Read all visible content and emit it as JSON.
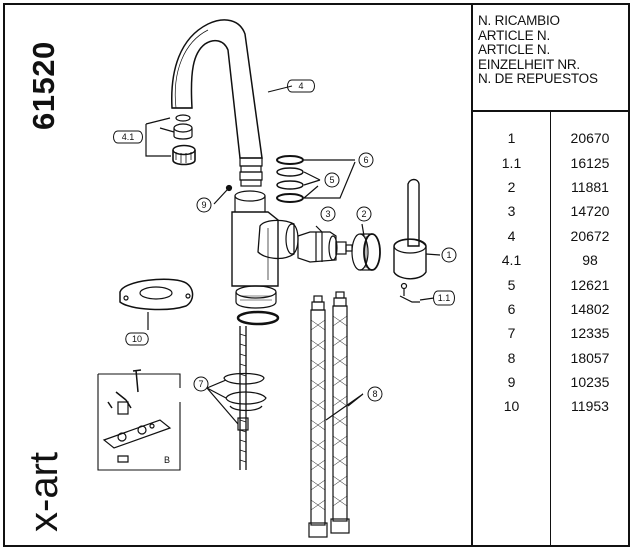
{
  "model_number": "61520",
  "brand": "x-art",
  "header": [
    "N. RICAMBIO",
    "ARTICLE N.",
    "ARTICLE N.",
    "EINZELHEIT NR.",
    "N. DE REPUESTOS"
  ],
  "parts": [
    {
      "pos": "1",
      "code": "20670"
    },
    {
      "pos": "1.1",
      "code": "16125"
    },
    {
      "pos": "2",
      "code": "11881"
    },
    {
      "pos": "3",
      "code": "14720"
    },
    {
      "pos": "4",
      "code": "20672"
    },
    {
      "pos": "4.1",
      "code": "98"
    },
    {
      "pos": "5",
      "code": "12621"
    },
    {
      "pos": "6",
      "code": "14802"
    },
    {
      "pos": "7",
      "code": "12335"
    },
    {
      "pos": "8",
      "code": "18057"
    },
    {
      "pos": "9",
      "code": "10235"
    },
    {
      "pos": "10",
      "code": "11953"
    }
  ],
  "callouts": {
    "c1": "1",
    "c11": "1.1",
    "c2": "2",
    "c3": "3",
    "c4": "4",
    "c41": "4.1",
    "c5": "5",
    "c6": "6",
    "c7": "7",
    "c8": "8",
    "c9": "9",
    "c10": "10",
    "b": "B"
  }
}
